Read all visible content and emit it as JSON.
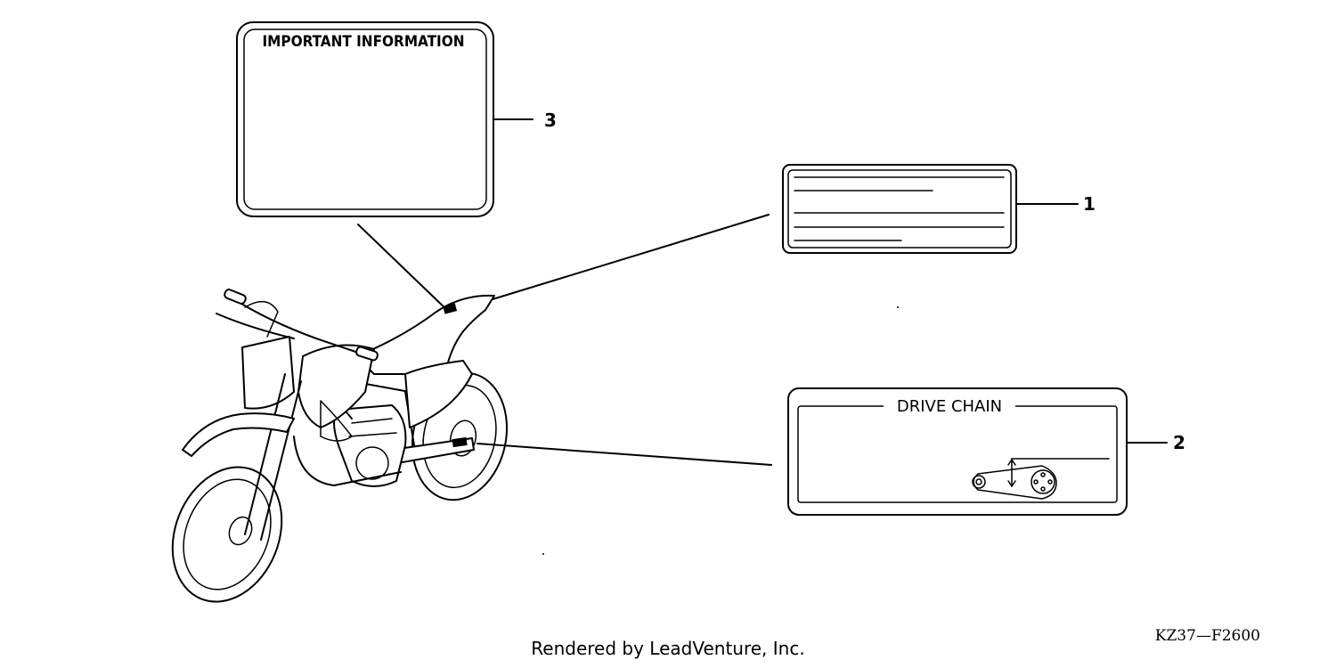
{
  "labels": {
    "important_information": "IMPORTANT INFORMATION",
    "drive_chain": "DRIVE CHAIN"
  },
  "callouts": {
    "one": "1",
    "two": "2",
    "three": "3"
  },
  "diagram_code": "KZ37—F2600",
  "credit": "Rendered by LeadVenture, Inc."
}
